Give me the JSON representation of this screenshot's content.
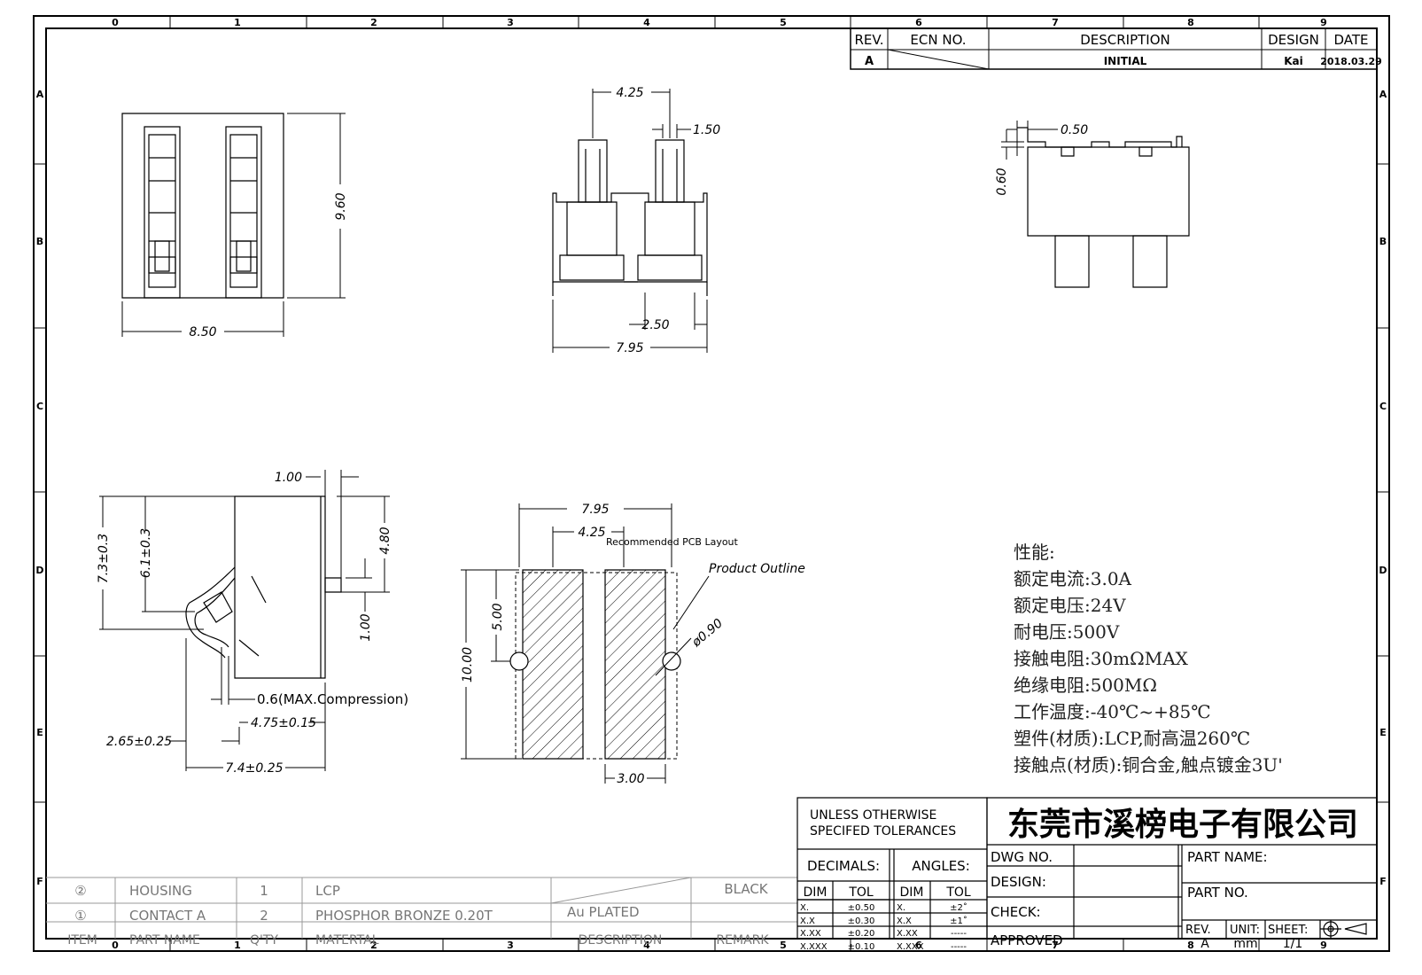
{
  "zones": {
    "cols": [
      "0",
      "1",
      "2",
      "3",
      "4",
      "5",
      "6",
      "7",
      "8",
      "9"
    ],
    "rows": [
      "A",
      "B",
      "C",
      "D",
      "E",
      "F"
    ]
  },
  "revision_block": {
    "headers": {
      "rev": "REV.",
      "ecn": "ECN NO.",
      "description": "DESCRIPTION",
      "design": "DESIGN",
      "date": "DATE"
    },
    "row": {
      "rev": "A",
      "ecn": "",
      "description": "INITIAL",
      "design": "Kai",
      "date": "2018.03.29"
    }
  },
  "dimensions": {
    "top_view_width": "8.50",
    "top_view_height": "9.60",
    "front_pitch": "4.25",
    "front_contact_width": "1.50",
    "front_pad_width": "2.50",
    "front_overall_width": "7.95",
    "right_view_thickness": "0.50",
    "right_view_height": "0.60",
    "side_top": "1.00",
    "side_height_4_80": "4.80",
    "side_height_1_00": "1.00",
    "side_height_7_3": "7.3±0.3",
    "side_height_6_1": "6.1±0.3",
    "compression": "0.6(MAX.Compression)",
    "side_4_75": "4.75±0.15",
    "side_2_65": "2.65±0.25",
    "side_7_4": "7.4±0.25",
    "pcb_overall": "7.95",
    "pcb_pitch": "4.25",
    "pcb_height": "10.00",
    "pcb_half": "5.00",
    "pcb_pad_width": "3.00",
    "pcb_hole": "ø0.90"
  },
  "callouts": {
    "recommended_pcb": "Recommended PCB Layout",
    "product_outline": "Product Outline"
  },
  "specs": {
    "title": "性能:",
    "lines": [
      "额定电流:3.0A",
      "额定电压:24V",
      "耐电压:500V",
      "接触电阻:30mΩMAX",
      "绝缘电阻:500MΩ",
      "工作温度:-40℃~+85℃",
      "塑件(材质):LCP,耐高温260℃",
      "接触点(材质):铜合金,触点镀金3U'"
    ]
  },
  "bom": {
    "rows": [
      {
        "item": "②",
        "name": "HOUSING",
        "qty": "1",
        "material": "LCP",
        "description": "",
        "remark": "BLACK"
      },
      {
        "item": "①",
        "name": "CONTACT A",
        "qty": "2",
        "material": "PHOSPHOR BRONZE 0.20T",
        "description": "Au PLATED",
        "remark": ""
      }
    ],
    "headers": {
      "item": "ITEM",
      "name": "PART NAME",
      "qty": "Q'TY",
      "material": "MATERTAL",
      "description": "DESCRIPTION",
      "remark": "REMARK"
    }
  },
  "tolerances": {
    "title_1": "UNLESS OTHERWISE",
    "title_2": "SPECIFED TOLERANCES",
    "decimals": "DECIMALS:",
    "angles": "ANGLES:",
    "dim": "DIM",
    "tol": "TOL",
    "decimal_rows": [
      [
        "X.",
        "±0.50"
      ],
      [
        "X.X",
        "±0.30"
      ],
      [
        "X.XX",
        "±0.20"
      ],
      [
        "X.XXX",
        "±0.10"
      ]
    ],
    "angle_rows": [
      [
        "X.",
        "±2˚"
      ],
      [
        "X.X",
        "±1˚"
      ],
      [
        "X.XX",
        "-----"
      ],
      [
        "X.XXX",
        "-----"
      ]
    ]
  },
  "title_block": {
    "company": "东莞市溪榜电子有限公司",
    "dwg_no": "DWG NO.",
    "design": "DESIGN:",
    "check": "CHECK:",
    "approved": "APPROVED",
    "part_name": "PART NAME:",
    "part_no": "PART NO.",
    "rev_label": "REV.",
    "rev_value": "A",
    "unit_label": "UNIT:",
    "unit_value": "mm",
    "sheet_label": "SHEET:",
    "sheet_value": "1/1"
  }
}
